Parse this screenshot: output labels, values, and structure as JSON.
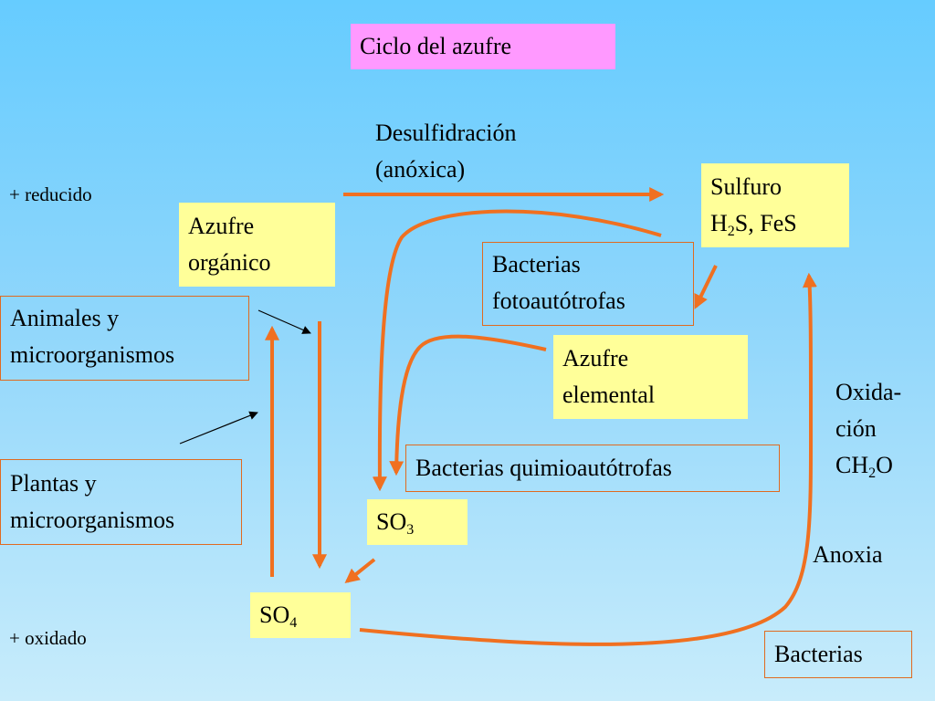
{
  "title": "Ciclo del azufre",
  "axis": {
    "reduced": "+ reducido",
    "oxidized": "+ oxidado"
  },
  "labels": {
    "desulfidation_1": "Desulfidración",
    "desulfidation_2": "(anóxica)",
    "oxidation_1": "Oxida-",
    "oxidation_2": "ción",
    "oxidation_3_main": "CH",
    "oxidation_3_sub": "2",
    "oxidation_3_tail": "O",
    "anoxia": "Anoxia"
  },
  "nodes": {
    "organic_sulfur": [
      "Azufre",
      "orgánico"
    ],
    "sulfide_line1": "Sulfuro",
    "sulfide_line2": {
      "a": "H",
      "sub": "2",
      "b": "S, FeS"
    },
    "elemental_sulfur": [
      "Azufre",
      "elemental"
    ],
    "so3": {
      "main": "SO",
      "sub": "3"
    },
    "so4": {
      "main": "SO",
      "sub": "4"
    }
  },
  "organisms": {
    "animals": [
      "Animales y",
      "microorganismos"
    ],
    "plants": [
      "Plantas y",
      "microorganismos"
    ],
    "photoautotrophs": [
      "Bacterias",
      "fotoautótrofas"
    ],
    "chemoautotrophs": "Bacterias quimioautótrofas",
    "bacteria": "Bacterias"
  },
  "colors": {
    "arrow": "#f07020",
    "title_bg": "#ff99ff",
    "node_bg": "#ffff99",
    "outline": "#e06a20"
  }
}
